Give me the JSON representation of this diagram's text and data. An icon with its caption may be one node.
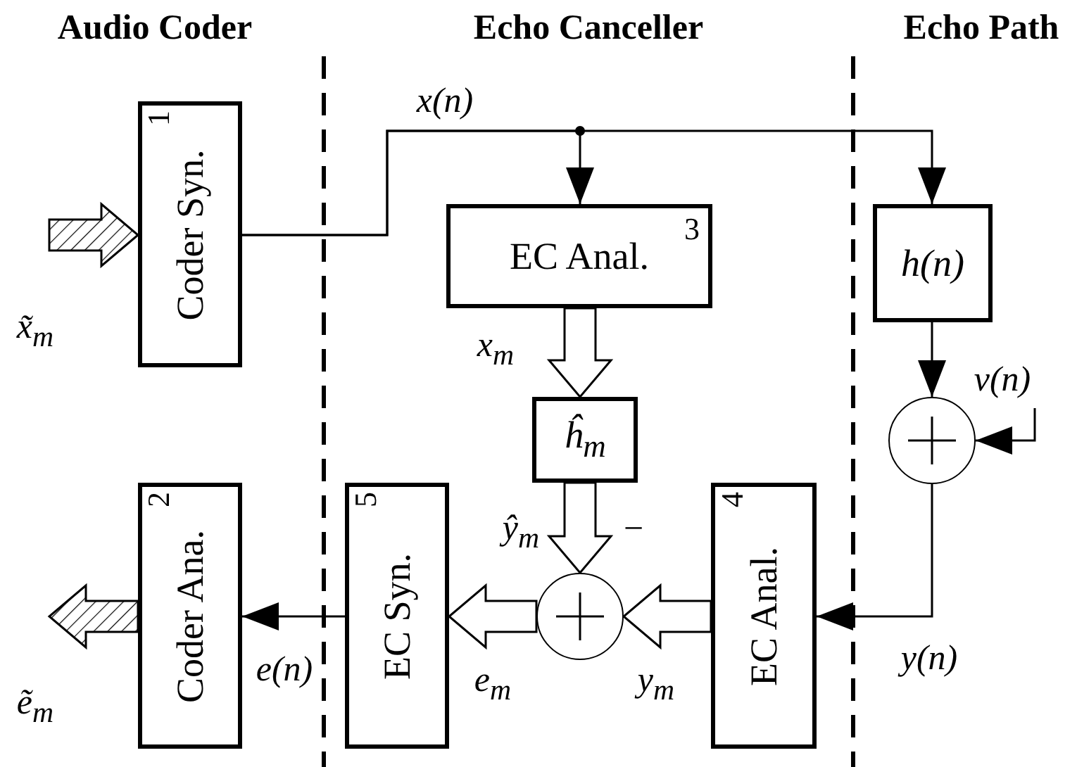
{
  "diagram": {
    "nodes": [
      {
        "text": [
          "Coder Syn.",
          "1"
        ]
      },
      {
        "text": [
          "Coder Ana.",
          "2"
        ]
      },
      {
        "text": [
          "EC Anal.",
          "3"
        ]
      },
      {
        "text": [
          "EC Anal.",
          "4"
        ]
      },
      {
        "text": [
          "EC Syn.",
          "5"
        ]
      },
      {
        "text": [
          "h(n)"
        ]
      },
      {
        "text": [
          "ĥ$_{m}$"
        ]
      },
      {
        "text": [],
        "shape": "circle"
      },
      {
        "text": [],
        "shape": "circle"
      }
    ],
    "edges": [
      {
        "from": 0,
        "to": 2,
        "arrow": "to"
      },
      {
        "from": 0,
        "to": 5,
        "arrow": "to"
      },
      {
        "from": null,
        "to": 0,
        "arrow": "to",
        "style": "thick",
        "label": "x̃$_{m}$"
      },
      {
        "from": 1,
        "to": null,
        "arrow": "to",
        "style": "thick",
        "label": "ẽ$_{m}$"
      },
      {
        "from": 2,
        "to": 6,
        "arrow": "to",
        "style": "thick",
        "label": "x$_{m}$"
      },
      {
        "from": 6,
        "to": 7,
        "arrow": "to",
        "style": "thick",
        "label": "ŷ$_{m}$"
      },
      {
        "from": 3,
        "to": 7,
        "arrow": "to",
        "style": "thick",
        "label": "y$_{m}$"
      },
      {
        "from": 7,
        "to": 4,
        "arrow": "to",
        "style": "thick",
        "label": "e$_{m}$"
      },
      {
        "from": 4,
        "to": 1,
        "arrow": "to",
        "label": "e(n)"
      },
      {
        "from": 5,
        "to": 8,
        "arrow": "to"
      },
      {
        "from": null,
        "to": 8,
        "arrow": "to",
        "label": "v(n)"
      },
      {
        "from": 8,
        "to": 3,
        "arrow": "to",
        "label": "y(n)"
      }
    ],
    "labels": [
      "Audio Coder",
      "Echo Canceller",
      "Echo Path",
      "x(n)",
      "−"
    ]
  }
}
